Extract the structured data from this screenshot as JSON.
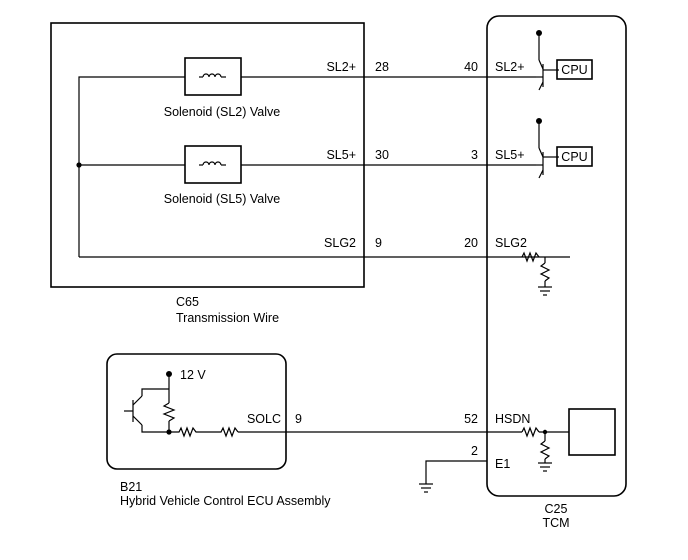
{
  "components": {
    "c65": {
      "code": "C65",
      "name": "Transmission Wire"
    },
    "tcm": {
      "code": "C25",
      "name": "TCM"
    },
    "b21": {
      "code": "B21",
      "name": "Hybrid Vehicle Control ECU Assembly"
    }
  },
  "solenoids": {
    "sl2": "Solenoid (SL2) Valve",
    "sl5": "Solenoid (SL5) Valve"
  },
  "signals": {
    "sl2": {
      "c65_label": "SL2+",
      "c65_pin": "28",
      "tcm_pin": "40",
      "tcm_label": "SL2+"
    },
    "sl5": {
      "c65_label": "SL5+",
      "c65_pin": "30",
      "tcm_pin": "3",
      "tcm_label": "SL5+"
    },
    "slg2": {
      "c65_label": "SLG2",
      "c65_pin": "9",
      "tcm_pin": "20",
      "tcm_label": "SLG2"
    },
    "solc": {
      "b21_label": "SOLC",
      "b21_pin": "9",
      "tcm_pin": "52",
      "tcm_label": "HSDN"
    },
    "e1": {
      "tcm_pin": "2",
      "tcm_label": "E1"
    }
  },
  "cpu_label": "CPU",
  "voltage": "12 V"
}
